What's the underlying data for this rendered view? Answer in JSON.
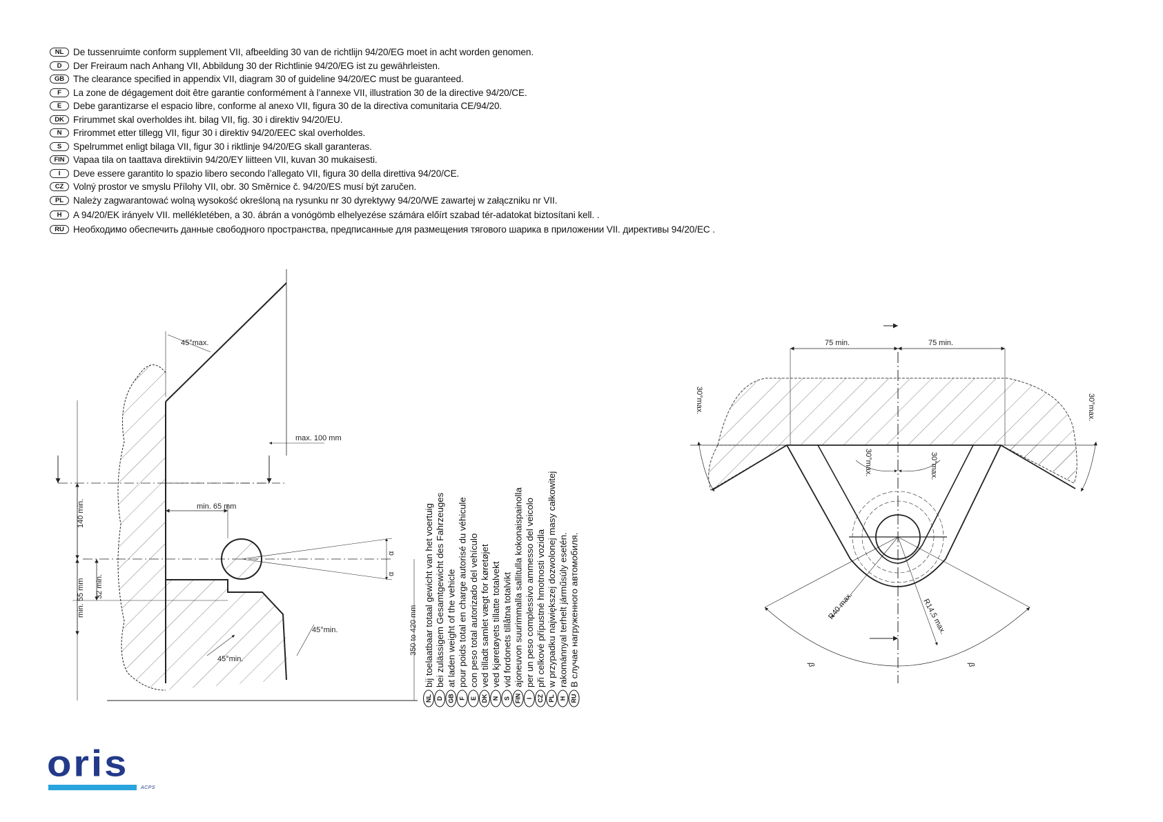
{
  "clearance_statements": [
    {
      "code": "NL",
      "text": "De tussenruimte conform supplement VII, afbeelding 30 van de richtlijn 94/20/EG moet in acht worden genomen."
    },
    {
      "code": "D",
      "text": "Der Freiraum nach Anhang VII, Abbildung 30 der Richtlinie 94/20/EG ist zu gewährleisten."
    },
    {
      "code": "GB",
      "text": "The clearance specified in appendix VII, diagram 30 of guideline 94/20/EC must be guaranteed."
    },
    {
      "code": "F",
      "text": "La zone de dégagement doit être garantie conformément à l’annexe VII, illustration 30 de la directive 94/20/CE."
    },
    {
      "code": "E",
      "text": "Debe garantizarse el espacio libre, conforme al anexo VII, figura 30 de la directiva comunitaria CE/94/20."
    },
    {
      "code": "DK",
      "text": "Frirummet skal overholdes iht. bilag VII, fig. 30 i direktiv 94/20/EU."
    },
    {
      "code": "N",
      "text": "Frirommet etter tillegg VII, figur 30 i direktiv 94/20/EEC skal overholdes."
    },
    {
      "code": "S",
      "text": "Spelrummet enligt bilaga VII, figur 30 i riktlinje 94/20/EG skall garanteras."
    },
    {
      "code": "FIN",
      "text": "Vapaa tila on taattava direktiivin 94/20/EY liitteen VII, kuvan 30 mukaisesti."
    },
    {
      "code": "I",
      "text": "Deve essere garantito lo spazio libero secondo l’allegato VII, figura 30 della direttiva 94/20/CE."
    },
    {
      "code": "CZ",
      "text": "Volný prostor ve smyslu Přílohy VII, obr. 30 Směrnice č. 94/20/ES musí být zaručen."
    },
    {
      "code": "PL",
      "text": "Należy zagwarantować wolną wysokość określoną na rysunku nr 30 dyrektywy 94/20/WE zawartej w załączniku nr VII."
    },
    {
      "code": "H",
      "text": "A 94/20/EK irányelv VII. mellékletében, a 30. ábrán a vonógömb elhelyezése számára előírt szabad tér-adatokat biztosítani kell.            ."
    },
    {
      "code": "RU",
      "text": "Необходимо обеспечить данные свободного пространства, предписанные для размещения тягового шарика в приложении VII. директивы 94/20/EC ."
    }
  ],
  "side_view": {
    "angle_top": "45°max.",
    "max_100": "max. 100 mm",
    "min_140": "140  min.",
    "min_65": "min. 65 mm",
    "min_55": "min. 55 mm",
    "min_32": "32  min.",
    "angle_right": "45°min.",
    "angle_bottom": "45°min.",
    "height_range": "350 to 420 mm",
    "alpha_1": "α",
    "alpha_2": "α"
  },
  "laden_weight_notes": [
    {
      "code": "NL",
      "text": "bij toelaatbaar totaal gewicht van het voertuig"
    },
    {
      "code": "D",
      "text": "bei zulässigem Gesamtgewicht des Fahrzeuges"
    },
    {
      "code": "GB",
      "text": "at laden weight of the vehicle"
    },
    {
      "code": "F",
      "text": "pour poids total en charge autorisé du véhicule"
    },
    {
      "code": "E",
      "text": "con peso total autorizado del vehículo"
    },
    {
      "code": "DK",
      "text": "ved tilladt samlet vægt for køretøjet"
    },
    {
      "code": "N",
      "text": "ved kjøretøyets tillatte totalvekt"
    },
    {
      "code": "S",
      "text": "vid fordonets tillåtna totalvikt"
    },
    {
      "code": "FIN",
      "text": "ajoneuvon suurimmalla sallitulla kokonaispainolla"
    },
    {
      "code": "I",
      "text": "per un peso complessivo ammesso del veicolo"
    },
    {
      "code": "CZ",
      "text": "při celkové přípustné hmotnosti vozidla"
    },
    {
      "code": "PL",
      "text": "w przypadku największej dozwolonej masy całkowitej"
    },
    {
      "code": "H",
      "text": "rakománnyal terhelt járműsúly esetén."
    },
    {
      "code": "RU",
      "text": "В случае нагруженного автомобиля."
    }
  ],
  "top_view": {
    "min_75_left": "75  min.",
    "min_75_right": "75  min.",
    "angle_left": "30°max.",
    "angle_right": "30°max.",
    "angle_inner_left": "30°max.",
    "angle_inner_right": "30°max.",
    "r40": "R40  max.",
    "r145": "R14,5   max.",
    "beta_left": "β",
    "beta_right": "β"
  },
  "logo": {
    "word": "oris",
    "sub": "ACPS"
  },
  "colors": {
    "logo_dark": "#233a8a",
    "logo_light": "#2aa4dd"
  }
}
